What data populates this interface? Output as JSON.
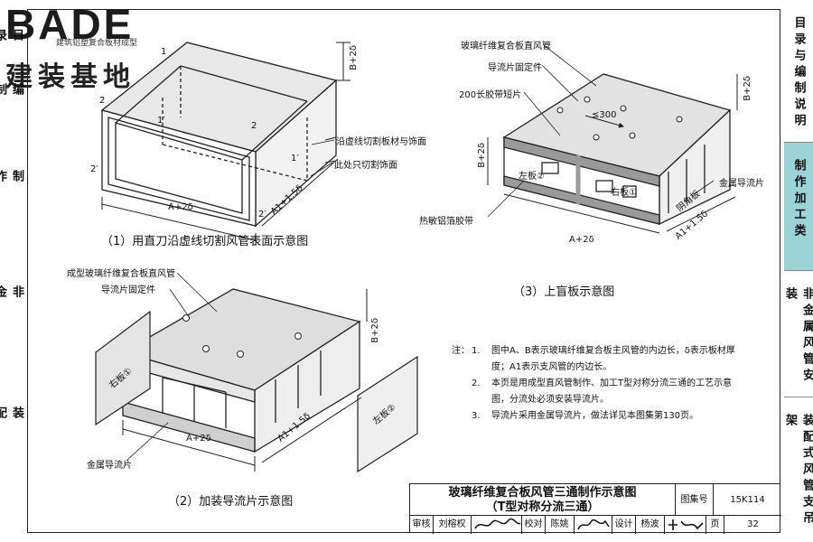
{
  "logo": {
    "brand": "BADE",
    "tagline": "建筑铝塑复合板材成型",
    "cn_name": "建装基地"
  },
  "left_sidebar": [
    {
      "label": "目录"
    },
    {
      "label": "编制说明"
    },
    {
      "label": "制作加工类"
    },
    {
      "label": "非金属风管安装"
    },
    {
      "label": "装配式风管支吊架"
    }
  ],
  "right_sidebar": [
    {
      "label": "目录与编制说明",
      "active": false
    },
    {
      "label": "制作加工类",
      "active": true
    },
    {
      "label": "非金属风管安装",
      "active": false
    },
    {
      "label": "装配式风管支吊架",
      "active": false
    }
  ],
  "figure1": {
    "caption": "（1）用直刀沿虚线切割风管表面示意图",
    "point_1": "1",
    "point_1p": "1′",
    "point_2": "2",
    "point_2p": "2′",
    "dim_height": "B+2δ",
    "dim_width": "A+2δ",
    "dim_depth": "A1+1.5δ",
    "callout_cut_line": "沿虚线切割板材与饰面",
    "callout_cut_face": "此处只切割饰面"
  },
  "figure2": {
    "caption": "（2）加装导流片示意图",
    "callout_duct": "成型玻璃纤维复合板直风管",
    "callout_fixing": "导流片固定件",
    "callout_vane": "金属导流片",
    "right_plate": "右板①",
    "left_plate": "左板②",
    "dim_height": "B+2δ",
    "dim_width": "A+2δ",
    "dim_depth": "A1+1.5δ"
  },
  "figure3": {
    "caption": "（3）上盲板示意图",
    "callout_duct": "玻璃纤维复合板直风管",
    "callout_fixing": "导流片固定件",
    "callout_tape_short": "200长胶带短片",
    "callout_vane": "金属导流片",
    "callout_tape": "热敏铝箔胶带",
    "spacing": "≤300",
    "left_plate": "左板②",
    "right_plate": "右板①",
    "blind_plate": "阴角板",
    "dim_height": "B+2δ",
    "dim_height_right": "B+2δ",
    "dim_width": "A+2δ",
    "dim_depth": "A1+1.5δ"
  },
  "notes": {
    "head": "注：",
    "items": [
      {
        "num": "1.",
        "text": "图中A、B表示玻璃纤维复合板主风管的内边长，δ表示板材厚度；A1表示支风管的内边长。"
      },
      {
        "num": "2.",
        "text": "本页是用成型直风管制作、加工T型对称分流三通的工艺示意图，分流处必须安装导流片。"
      },
      {
        "num": "3.",
        "text": "导流片采用金属导流片，做法详见本图集第130页。"
      }
    ]
  },
  "title_block": {
    "title_line1": "玻璃纤维复合板风管三通制作示意图",
    "title_line2": "（T型对称分流三通）",
    "atlas_label": "图集号",
    "atlas_value": "15K114",
    "page_label": "页",
    "page_value": "32",
    "review_label": "审核",
    "review_name": "刘榕权",
    "check_label": "校对",
    "check_name": "陈姚",
    "design_label": "设计",
    "design_name": "杨波"
  }
}
